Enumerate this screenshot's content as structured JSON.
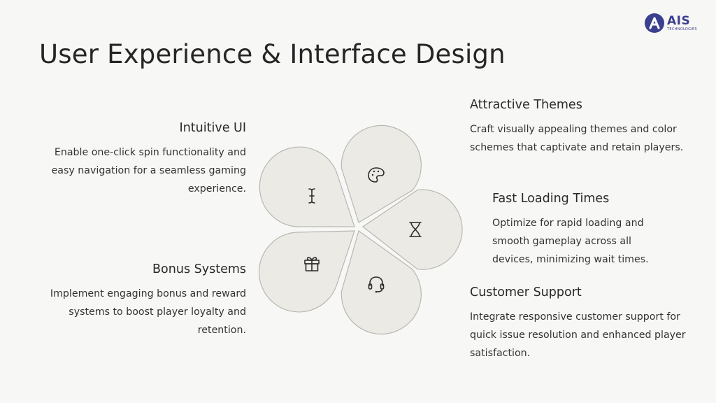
{
  "header": {
    "title": "User Experience & Interface Design",
    "logo_text": "AIS",
    "logo_sub": "TECHNOLOGIES"
  },
  "items": {
    "intuitive_ui": {
      "title": "Intuitive UI",
      "text": "Enable one-click spin functionality and easy navigation for a seamless gaming experience.",
      "icon": "text-cursor-icon"
    },
    "bonus_systems": {
      "title": "Bonus Systems",
      "text": "Implement engaging bonus and reward systems to boost player loyalty and retention.",
      "icon": "gift-icon"
    },
    "attractive_themes": {
      "title": "Attractive Themes",
      "text": "Craft visually appealing themes and color schemes that captivate and retain players.",
      "icon": "palette-icon"
    },
    "fast_loading": {
      "title": "Fast Loading Times",
      "text": "Optimize for rapid loading and smooth gameplay across all devices, minimizing wait times.",
      "icon": "hourglass-icon"
    },
    "customer_support": {
      "title": "Customer Support",
      "text": "Integrate responsive customer support for quick issue resolution and enhanced player satisfaction.",
      "icon": "headset-icon"
    }
  },
  "colors": {
    "background": "#f7f7f5",
    "petal_fill": "#eceae4",
    "petal_stroke": "#b9b7b1",
    "brand": "#3b3f8f"
  }
}
